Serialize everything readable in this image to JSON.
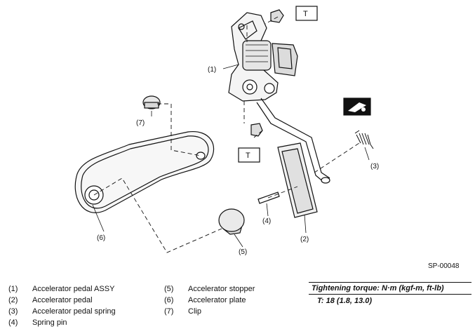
{
  "diagram": {
    "figure_id": "SP-00048",
    "torque_marker": "T",
    "callouts": [
      "(1)",
      "(2)",
      "(3)",
      "(4)",
      "(5)",
      "(6)",
      "(7)"
    ]
  },
  "legend": {
    "left": [
      {
        "num": "(1)",
        "label": "Accelerator pedal ASSY"
      },
      {
        "num": "(2)",
        "label": "Accelerator pedal"
      },
      {
        "num": "(3)",
        "label": "Accelerator pedal spring"
      },
      {
        "num": "(4)",
        "label": "Spring pin"
      }
    ],
    "right": [
      {
        "num": "(5)",
        "label": "Accelerator stopper"
      },
      {
        "num": "(6)",
        "label": "Accelerator plate"
      },
      {
        "num": "(7)",
        "label": "Clip"
      }
    ]
  },
  "torque": {
    "header": "Tightening torque: N·m (kgf-m, ft-lb)",
    "value": "T:   18 (1.8, 13.0)"
  }
}
